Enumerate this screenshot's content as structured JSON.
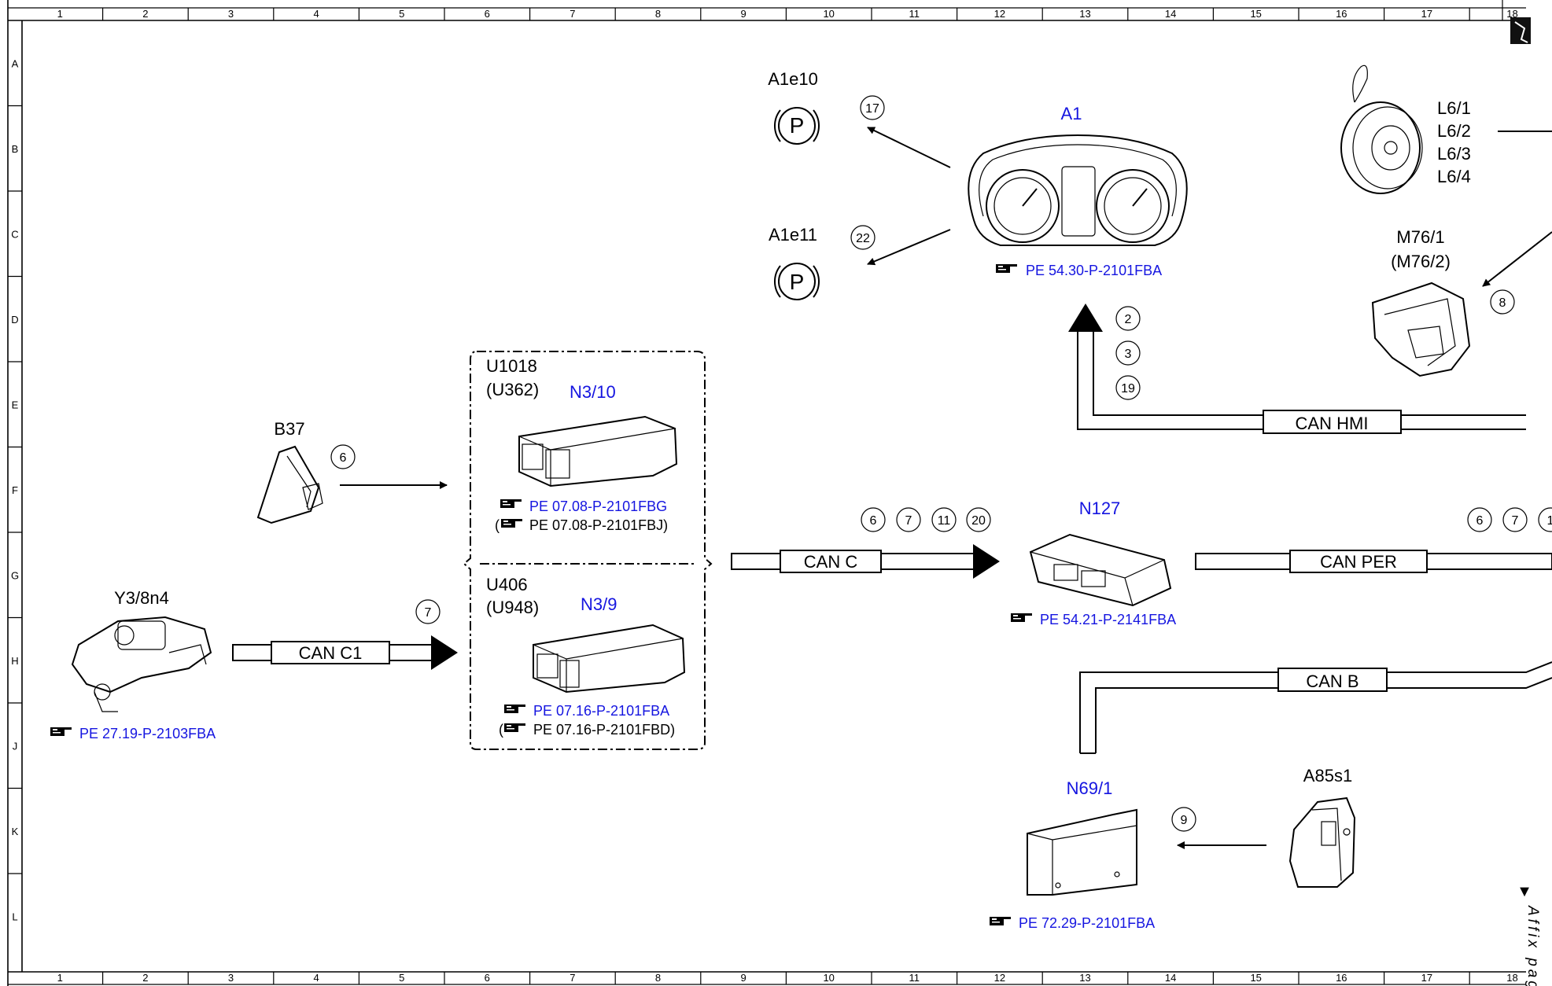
{
  "grid": {
    "columns": [
      "1",
      "2",
      "3",
      "4",
      "5",
      "6",
      "7",
      "8",
      "9",
      "10",
      "11",
      "12",
      "13",
      "14",
      "15",
      "16",
      "17",
      "18"
    ],
    "rows": [
      "A",
      "B",
      "C",
      "D",
      "E",
      "F",
      "G",
      "H",
      "J",
      "K",
      "L"
    ]
  },
  "components": {
    "a1e10": "A1e10",
    "a1e11": "A1e11",
    "p_symbol": "P",
    "a1": "A1",
    "a1_ref": "PE 54.30-P-2101FBA",
    "l6": [
      "L6/1",
      "L6/2",
      "L6/3",
      "L6/4"
    ],
    "m76_1": "M76/1",
    "m76_2": "(M76/2)",
    "b37": "B37",
    "u1018": "U1018",
    "u362": "(U362)",
    "n3_10": "N3/10",
    "n3_10_ref": "PE 07.08-P-2101FBG",
    "n3_10_ref_alt": "PE 07.08-P-2101FBJ)",
    "u406": "U406",
    "u948": "(U948)",
    "n3_9": "N3/9",
    "n3_9_ref": "PE 07.16-P-2101FBA",
    "n3_9_ref_alt": "PE 07.16-P-2101FBD)",
    "y3_8n4": "Y3/8n4",
    "y3_8n4_ref": "PE 27.19-P-2103FBA",
    "n127": "N127",
    "n127_ref": "PE 54.21-P-2141FBA",
    "n69_1": "N69/1",
    "n69_1_ref": "PE 72.29-P-2101FBA",
    "a85s1": "A85s1",
    "open_paren": "("
  },
  "buses": {
    "can_hmi": "CAN HMI",
    "can_c": "CAN C",
    "can_c1": "CAN C1",
    "can_per": "CAN PER",
    "can_b": "CAN B"
  },
  "signals": {
    "s17": "17",
    "s22": "22",
    "s2": "2",
    "s3": "3",
    "s19": "19",
    "s8": "8",
    "s6_b37": "6",
    "s7_y3": "7",
    "s6_canc": "6",
    "s7_canc": "7",
    "s11_canc": "11",
    "s20_canc": "20",
    "s6_per": "6",
    "s7_per": "7",
    "s1_per": "1",
    "s9": "9"
  },
  "margin": {
    "affix_text": "Affix page",
    "affix_marker": "▼"
  },
  "colors": {
    "label_blue": "#1515e0",
    "line": "#000000",
    "background": "#ffffff"
  },
  "icons": {
    "reference": "pointing-hand-icon"
  }
}
